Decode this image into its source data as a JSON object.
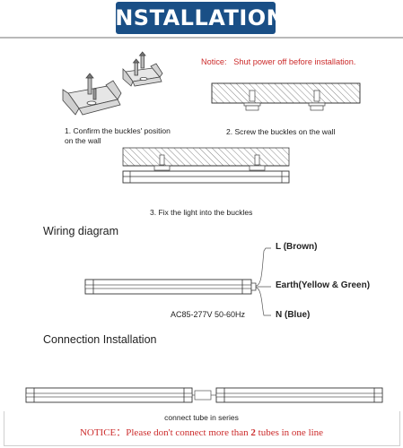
{
  "banner": {
    "title": "INSTALLATION"
  },
  "notice_top": "Notice:   Shut power off before installation.",
  "steps": [
    {
      "line1": "1. Confirm the buckles' position",
      "line2": "on the wall"
    },
    {
      "line1": "2. Screw the buckles on the wall"
    },
    {
      "line1": "3. Fix the light into the buckles"
    }
  ],
  "wiring": {
    "title": "Wiring diagram",
    "voltage": "AC85-277V 50-60Hz",
    "l": "L (Brown)",
    "earth": "Earth(Yellow & Green)",
    "n": "N (Blue)"
  },
  "connection": {
    "title": "Connection Installation",
    "caption": "connect tube in series",
    "notice_prefix": "NOTICE：Please don't connect more than ",
    "notice_number": "2",
    "notice_suffix": " tubes in one line"
  },
  "colors": {
    "banner": "#1a4f86",
    "notice": "#cc2b2b",
    "line": "#333333"
  }
}
